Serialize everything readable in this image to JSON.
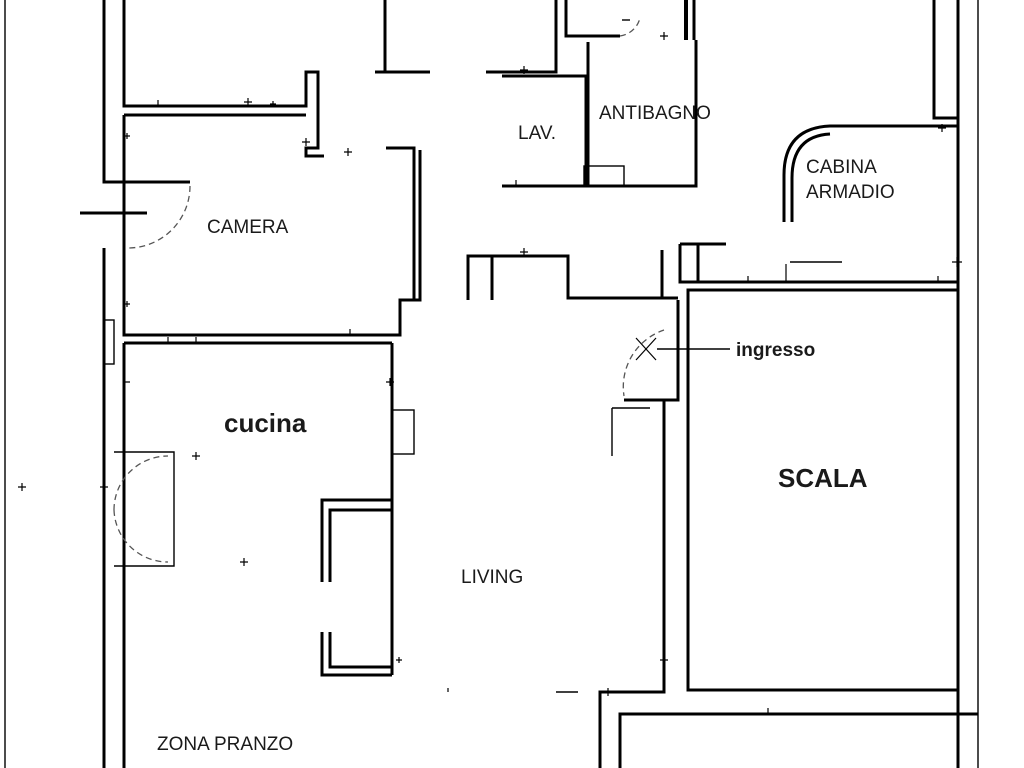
{
  "labels": {
    "camera": "CAMERA",
    "lav": "LAV.",
    "antibagno": "ANTIBAGNO",
    "cabina_line1": "CABINA",
    "cabina_line2": "ARMADIO",
    "ingresso": "ingresso",
    "cucina": "cucina",
    "scala": "SCALA",
    "living": "LIVING",
    "zona_pranzo": "ZONA PRANZO"
  }
}
